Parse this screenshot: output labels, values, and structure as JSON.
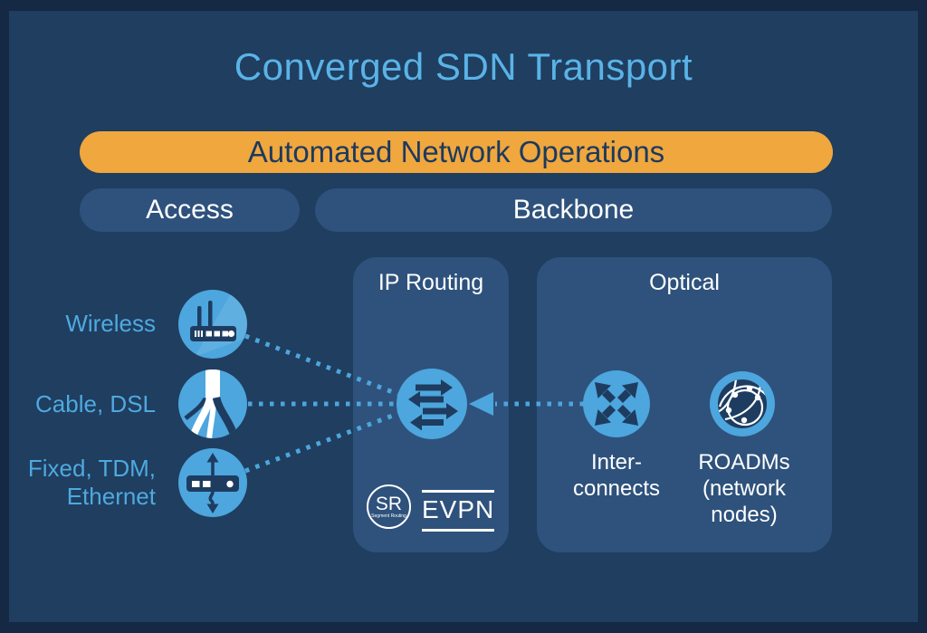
{
  "title": "Converged SDN Transport",
  "banner": {
    "label": "Automated Network Operations"
  },
  "lanes": {
    "access": "Access",
    "backbone": "Backbone"
  },
  "access_items": [
    {
      "label": "Wireless",
      "icon": "wireless-router-icon"
    },
    {
      "label": "Cable, DSL",
      "icon": "cable-splitter-icon"
    },
    {
      "label": "Fixed, TDM,\nEthernet",
      "icon": "ethernet-switch-icon"
    }
  ],
  "ip_routing": {
    "title": "IP Routing",
    "router_icon": "ip-router-arrows-icon",
    "sr_badge": {
      "label": "SR",
      "sublabel": "Segment Routing"
    },
    "evpn_badge": {
      "label": "EVPN"
    }
  },
  "optical": {
    "title": "Optical",
    "interconnects_label": "Inter-\nconnects",
    "interconnects_icon": "crossing-arrows-icon",
    "roadms_label": "ROADMs\n(network\nnodes)",
    "roadms_icon": "globe-network-icon"
  },
  "colors": {
    "frame": "#152844",
    "canvas": "#1F3E60",
    "panel": "#2E527C",
    "accent_blue": "#4DA6DD",
    "title_blue": "#5AB3E7",
    "banner_orange": "#F0A73E",
    "glyph_navy": "#1E3C60",
    "text_white": "#FFFFFF",
    "banner_text_navy": "#1C3A5E"
  }
}
